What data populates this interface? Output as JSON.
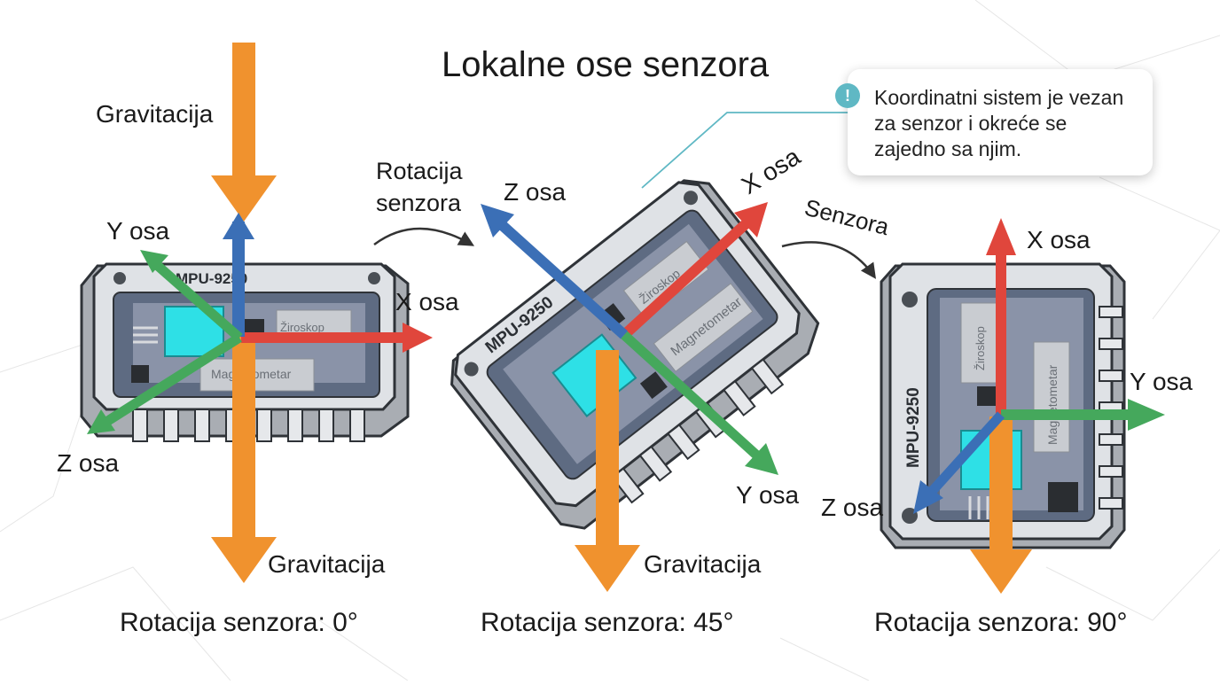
{
  "title": "Lokalne ose senzora",
  "callout": {
    "icon": "info-icon",
    "text": "Koordinatni sistem je vezan za senzor i okreće se zajedno sa njim."
  },
  "colors": {
    "x_axis": "#e0463c",
    "y_axis": "#45a85c",
    "z_axis": "#3b6fb6",
    "gravity": "#f0922e",
    "chip": "#2ee0e6"
  },
  "transitions": [
    {
      "label_line1": "Rotacija",
      "label_line2": "senzora"
    },
    {
      "label": "Senzora"
    }
  ],
  "panels": [
    {
      "chip_label": "MPU-9250",
      "gyro_label": "Žiroskop",
      "mag_label": "Magnetometar",
      "x_label": "X osa",
      "y_label": "Y osa",
      "z_label": "Z osa",
      "gravity_top": "Gravitacija",
      "gravity_bottom": "Gravitacija",
      "caption": "Rotacija senzora: 0°"
    },
    {
      "chip_label": "MPU-9250",
      "gyro_label": "Žiroskop",
      "mag_label": "Magnetometar",
      "x_label": "X osa",
      "y_label": "Y osa",
      "z_label": "Z osa",
      "gravity": "Gravitacija",
      "caption": "Rotacija senzora: 45°"
    },
    {
      "chip_label": "MPU-9250",
      "gyro_label": "Žiroskop",
      "mag_label": "Magnetometar",
      "x_label": "X osa",
      "y_label": "Y osa",
      "z_label": "Z osa",
      "caption": "Rotacija senzora: 90°"
    }
  ]
}
